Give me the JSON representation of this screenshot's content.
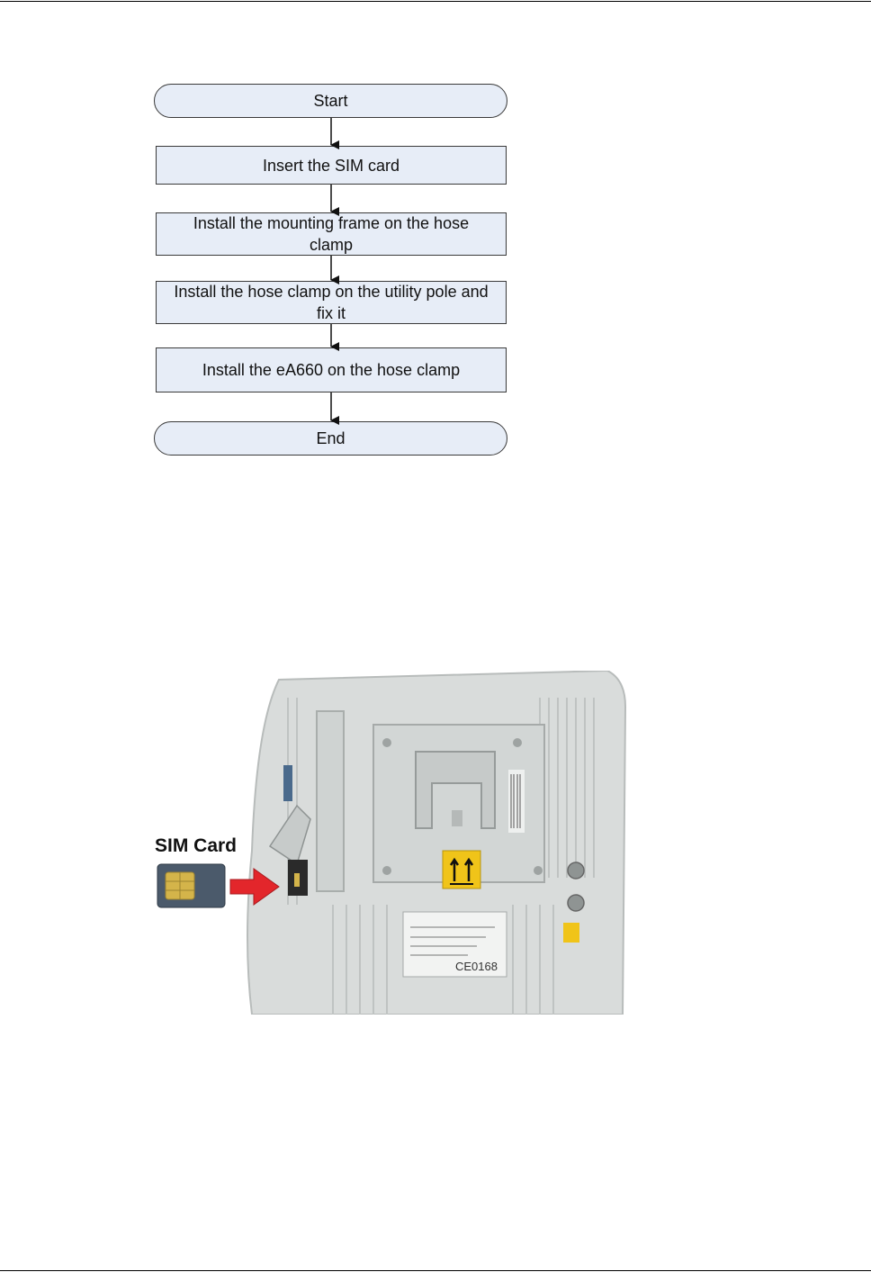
{
  "flowchart": {
    "start": "Start",
    "steps": [
      "Insert the SIM card",
      "Install the mounting frame on the hose clamp",
      "Install the hose clamp on the utility pole and  fix it",
      "Install the eA660 on the hose clamp"
    ],
    "end": "End",
    "colors": {
      "fill": "#e7edf7",
      "stroke": "#3a3a3a"
    }
  },
  "photo": {
    "sim_label": "SIM Card",
    "ce_mark": "CE0168",
    "colors": {
      "device": "#d7dad9",
      "arrow": "#e3262b",
      "warning": "#f0c419",
      "sim_chip": "#d4b44a"
    }
  }
}
